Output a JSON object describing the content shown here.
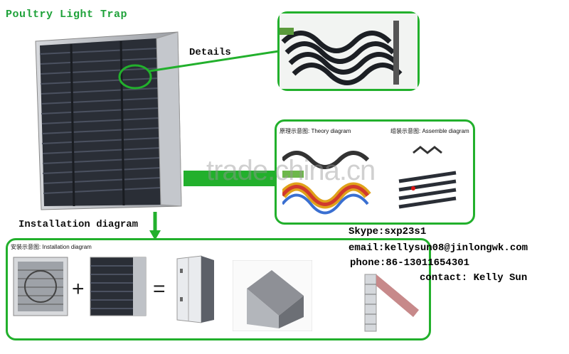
{
  "title": "Poultry Light  Trap",
  "details_label": "Details",
  "install_label": "Installation diagram",
  "theory_caption": "原理示意图: Theory diagram",
  "assemble_caption": "组装示意图: Assemble diagram",
  "install_caption": "安装示意图: Installation diagram",
  "operator_plus": "+",
  "operator_equals": "=",
  "skype": "Skype:sxp23s1",
  "email": "email:kellysun08@jinlongwk.com",
  "phone": "phone:86-13011654301",
  "contact": "contact:  Kelly Sun",
  "watermark": "trade.china.cn",
  "colors": {
    "accent_green": "#22b02c",
    "frame_gray": "#b9bcc2",
    "louver_dark": "#2a2e36"
  }
}
